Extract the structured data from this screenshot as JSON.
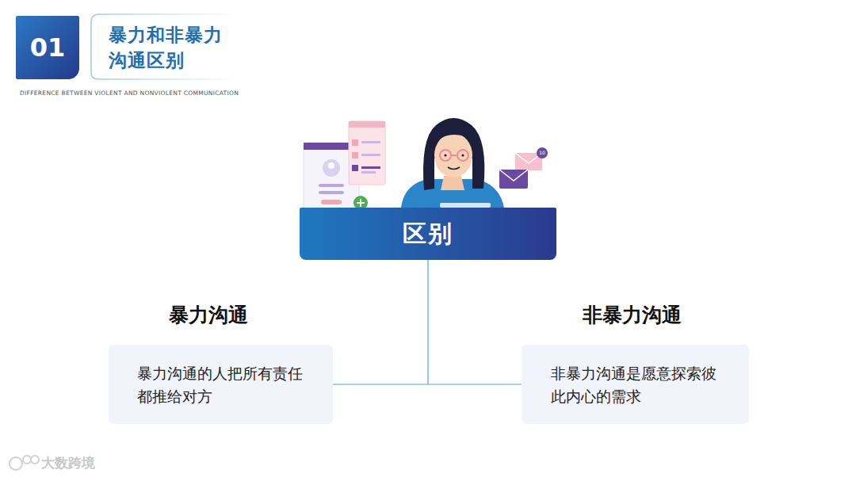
{
  "diagram": {
    "title": "暴力和非暴力 沟通区别",
    "nodes": [
      {
        "text": [
          "01"
        ]
      },
      {
        "text": [
          "区别"
        ]
      },
      {
        "text": [
          "暴力沟通",
          "暴力沟通的人把所有责任都推给对方"
        ]
      },
      {
        "text": [
          "非暴力沟通",
          "非暴力沟通是愿意探索彼此内心的需求"
        ]
      }
    ],
    "edges": [
      {
        "from": 1,
        "to": 2,
        "arrow": "none"
      },
      {
        "from": 1,
        "to": 3,
        "arrow": "none"
      }
    ],
    "labels": [
      "DIFFERENCE BETWEEN VIOLENT AND NONVIOLENT COMMUNICATION",
      "10",
      "大数跨境"
    ]
  }
}
